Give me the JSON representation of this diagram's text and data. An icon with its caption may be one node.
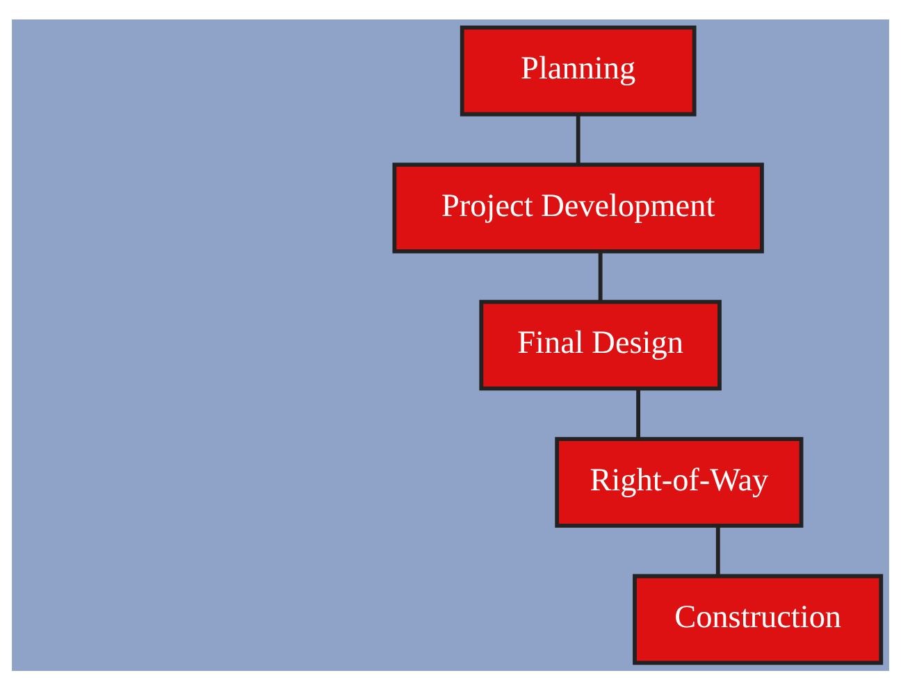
{
  "diagram": {
    "nodes": [
      {
        "text": [
          "Planning"
        ]
      },
      {
        "text": [
          "Project Development"
        ]
      },
      {
        "text": [
          "Final Design"
        ]
      },
      {
        "text": [
          "Right-of-Way"
        ]
      },
      {
        "text": [
          "Construction"
        ]
      }
    ],
    "edges": [
      {
        "from": 0,
        "to": 1,
        "arrow": "none"
      },
      {
        "from": 1,
        "to": 2,
        "arrow": "none"
      },
      {
        "from": 2,
        "to": 3,
        "arrow": "none"
      },
      {
        "from": 3,
        "to": 4,
        "arrow": "none"
      }
    ]
  }
}
